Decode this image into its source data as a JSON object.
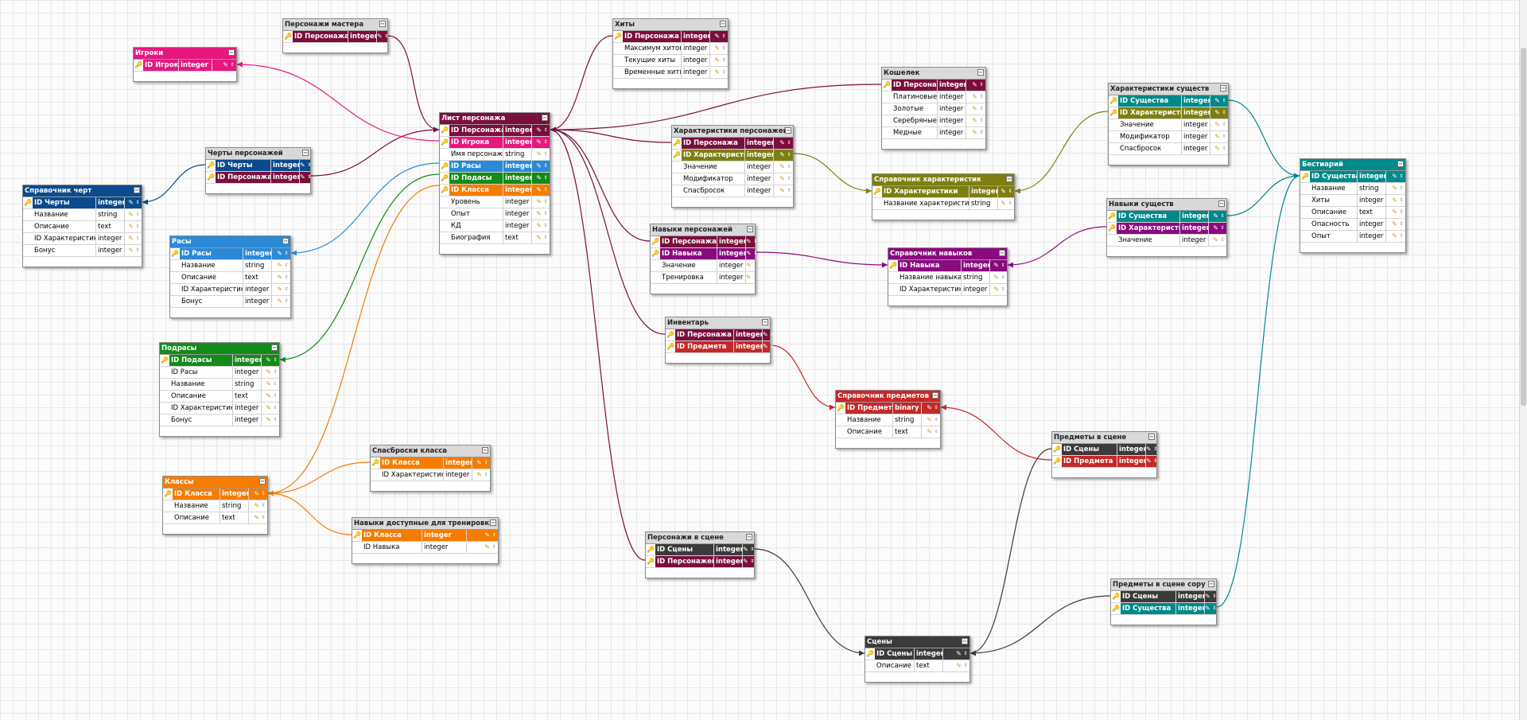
{
  "colors": {
    "maroon": "#7a0e3c",
    "pink": "#e8177f",
    "navy": "#0b4a8c",
    "blue": "#2a8ad8",
    "green": "#138a19",
    "orange": "#f57c00",
    "olive": "#7e7f10",
    "purple": "#8a0a7f",
    "teal": "#00898a",
    "red": "#c62828",
    "dark": "#3b3b3b",
    "header_grey": "#d9d9d9"
  },
  "tables": [
    {
      "id": "igroki",
      "title": "Игроки",
      "hdr": "pink",
      "rows": [
        {
          "name": "ID Игрока",
          "type": "integer",
          "key": "pink"
        }
      ]
    },
    {
      "id": "personazhi_mastera",
      "title": "Персонажи мастера",
      "hdr": "grey",
      "rows": [
        {
          "name": "ID Персонажа",
          "type": "integer",
          "key": "maroon"
        }
      ]
    },
    {
      "id": "hity",
      "title": "Хиты",
      "hdr": "grey",
      "rows": [
        {
          "name": "ID Персонажа",
          "type": "integer",
          "key": "maroon"
        },
        {
          "name": "Максимум хитов",
          "type": "integer"
        },
        {
          "name": "Текущие хиты",
          "type": "integer"
        },
        {
          "name": "Временные хиты",
          "type": "integer"
        }
      ]
    },
    {
      "id": "koshelek",
      "title": "Кошелек",
      "hdr": "grey",
      "rows": [
        {
          "name": "ID Персонажа",
          "type": "integer",
          "key": "maroon"
        },
        {
          "name": "Платиновые",
          "type": "integer"
        },
        {
          "name": "Золотые",
          "type": "integer"
        },
        {
          "name": "Серебряные",
          "type": "integer"
        },
        {
          "name": "Медные",
          "type": "integer"
        }
      ]
    },
    {
      "id": "list_personazha",
      "title": "Лист персонажа",
      "hdr": "maroon",
      "rows": [
        {
          "name": "ID Персонажа",
          "type": "integer",
          "key": "maroon"
        },
        {
          "name": "ID Игрока",
          "type": "integer",
          "key": "pink"
        },
        {
          "name": "Имя персонажа",
          "type": "string"
        },
        {
          "name": "ID Расы",
          "type": "integer",
          "key": "blue"
        },
        {
          "name": "ID Подасы",
          "type": "integer",
          "key": "green"
        },
        {
          "name": "ID Класса",
          "type": "integer",
          "key": "orange"
        },
        {
          "name": "Уровень",
          "type": "integer"
        },
        {
          "name": "Опыт",
          "type": "integer"
        },
        {
          "name": "КД",
          "type": "integer"
        },
        {
          "name": "Биография",
          "type": "text"
        }
      ]
    },
    {
      "id": "cherty_personazhei",
      "title": "Черты персонажей",
      "hdr": "grey",
      "rows": [
        {
          "name": "ID Черты",
          "type": "integer",
          "key": "navy"
        },
        {
          "name": "ID Персонажа",
          "type": "integer",
          "key": "maroon"
        }
      ]
    },
    {
      "id": "spravochnik_chert",
      "title": "Справочник черт",
      "hdr": "navy",
      "rows": [
        {
          "name": "ID Черты",
          "type": "integer",
          "key": "navy"
        },
        {
          "name": "Название",
          "type": "string"
        },
        {
          "name": "Описание",
          "type": "text"
        },
        {
          "name": "ID Характеристики",
          "type": "integer"
        },
        {
          "name": "Бонус",
          "type": "integer"
        }
      ]
    },
    {
      "id": "rasy",
      "title": "Расы",
      "hdr": "blue",
      "rows": [
        {
          "name": "ID Расы",
          "type": "integer",
          "key": "blue"
        },
        {
          "name": "Название",
          "type": "string"
        },
        {
          "name": "Описание",
          "type": "text"
        },
        {
          "name": "ID Характеристики",
          "type": "integer"
        },
        {
          "name": "Бонус",
          "type": "integer"
        }
      ]
    },
    {
      "id": "podrasy",
      "title": "Подрасы",
      "hdr": "green",
      "rows": [
        {
          "name": "ID Подасы",
          "type": "integer",
          "key": "green"
        },
        {
          "name": "ID Расы",
          "type": "integer"
        },
        {
          "name": "Название",
          "type": "string"
        },
        {
          "name": "Описание",
          "type": "text"
        },
        {
          "name": "ID Характеристики",
          "type": "integer"
        },
        {
          "name": "Бонус",
          "type": "integer"
        }
      ]
    },
    {
      "id": "klassy",
      "title": "Классы",
      "hdr": "orange",
      "rows": [
        {
          "name": "ID Класса",
          "type": "integer",
          "key": "orange"
        },
        {
          "name": "Название",
          "type": "string"
        },
        {
          "name": "Описание",
          "type": "text"
        }
      ]
    },
    {
      "id": "spasbroski_klassa",
      "title": "Спасброски класса",
      "hdr": "grey",
      "rows": [
        {
          "name": "ID Класса",
          "type": "integer",
          "key": "orange"
        },
        {
          "name": "ID Характеристики",
          "type": "integer"
        }
      ]
    },
    {
      "id": "navyki_dostupnye",
      "title": "Навыки доступные для тренировки",
      "hdr": "grey",
      "rows": [
        {
          "name": "ID Класса",
          "type": "integer",
          "key": "orange"
        },
        {
          "name": "ID Навыка",
          "type": "integer"
        }
      ]
    },
    {
      "id": "harakteristiki_personazhei",
      "title": "Характеристики персонажей",
      "hdr": "grey",
      "rows": [
        {
          "name": "ID Персонажа",
          "type": "integer",
          "key": "maroon"
        },
        {
          "name": "ID Характеристики",
          "type": "integer",
          "key": "olive"
        },
        {
          "name": "Значение",
          "type": "integer"
        },
        {
          "name": "Модификатор",
          "type": "integer"
        },
        {
          "name": "Спасбросок",
          "type": "integer"
        }
      ]
    },
    {
      "id": "spravochnik_harakteristik",
      "title": "Справочник характеристик",
      "hdr": "olive",
      "rows": [
        {
          "name": "ID Характеристики",
          "type": "integer",
          "key": "olive"
        },
        {
          "name": "Название характеристики",
          "type": "string"
        }
      ]
    },
    {
      "id": "harakteristiki_sushchestv",
      "title": "Характеристики существ",
      "hdr": "grey",
      "rows": [
        {
          "name": "ID Существа",
          "type": "integer",
          "key": "teal"
        },
        {
          "name": "ID Характеристики",
          "type": "integer",
          "key": "olive"
        },
        {
          "name": "Значение",
          "type": "integer"
        },
        {
          "name": "Модификатор",
          "type": "integer"
        },
        {
          "name": "Спасбросок",
          "type": "integer"
        }
      ]
    },
    {
      "id": "navyki_personazhei",
      "title": "Навыки персонажей",
      "hdr": "grey",
      "rows": [
        {
          "name": "ID Персонажа",
          "type": "integer",
          "key": "maroon"
        },
        {
          "name": "ID Навыка",
          "type": "integer",
          "key": "purple"
        },
        {
          "name": "Значение",
          "type": "integer"
        },
        {
          "name": "Тренировка",
          "type": "integer"
        }
      ]
    },
    {
      "id": "spravochnik_navykov",
      "title": "Справочник навыков",
      "hdr": "purple",
      "rows": [
        {
          "name": "ID Навыка",
          "type": "integer",
          "key": "purple"
        },
        {
          "name": "Название навыка",
          "type": "string"
        },
        {
          "name": "ID Характеристики",
          "type": "integer"
        }
      ]
    },
    {
      "id": "navyki_sushchestv",
      "title": "Навыки существ",
      "hdr": "grey",
      "rows": [
        {
          "name": "ID Существа",
          "type": "integer",
          "key": "teal"
        },
        {
          "name": "ID Характеристики",
          "type": "integer",
          "key": "purple"
        },
        {
          "name": "Значение",
          "type": "integer"
        }
      ]
    },
    {
      "id": "bestiariy",
      "title": "Бестиарий",
      "hdr": "teal",
      "rows": [
        {
          "name": "ID Существа",
          "type": "integer",
          "key": "teal"
        },
        {
          "name": "Название",
          "type": "string"
        },
        {
          "name": "Хиты",
          "type": "integer"
        },
        {
          "name": "Описание",
          "type": "text"
        },
        {
          "name": "Опасность",
          "type": "integer"
        },
        {
          "name": "Опыт",
          "type": "integer"
        }
      ]
    },
    {
      "id": "inventar",
      "title": "Инвентарь",
      "hdr": "grey",
      "rows": [
        {
          "name": "ID Персонажа",
          "type": "integer",
          "key": "maroon"
        },
        {
          "name": "ID Предмета",
          "type": "integer",
          "key": "red"
        }
      ]
    },
    {
      "id": "spravochnik_predmetov",
      "title": "Справочник предметов",
      "hdr": "red",
      "rows": [
        {
          "name": "ID Предмета",
          "type": "binary",
          "key": "red"
        },
        {
          "name": "Название",
          "type": "string"
        },
        {
          "name": "Описание",
          "type": "text"
        }
      ]
    },
    {
      "id": "predmety_v_scene",
      "title": "Предметы в сцене",
      "hdr": "grey",
      "rows": [
        {
          "name": "ID Сцены",
          "type": "integer",
          "key": "dark"
        },
        {
          "name": "ID Предмета",
          "type": "integer",
          "key": "red"
        }
      ]
    },
    {
      "id": "personazhi_v_scene",
      "title": "Персонажи в сцене",
      "hdr": "grey",
      "rows": [
        {
          "name": "ID Сцены",
          "type": "integer",
          "key": "dark"
        },
        {
          "name": "ID Персонажей",
          "type": "integer",
          "key": "maroon"
        }
      ]
    },
    {
      "id": "sceny",
      "title": "Сцены",
      "hdr": "dark",
      "rows": [
        {
          "name": "ID Сцены",
          "type": "integer",
          "key": "dark"
        },
        {
          "name": "Описание",
          "type": "text"
        }
      ]
    },
    {
      "id": "predmety_v_scene_copy",
      "title": "Предметы в сцене copy",
      "hdr": "grey",
      "rows": [
        {
          "name": "ID Сцены",
          "type": "integer",
          "key": "dark"
        },
        {
          "name": "ID Существа",
          "type": "integer",
          "key": "teal"
        }
      ]
    }
  ]
}
